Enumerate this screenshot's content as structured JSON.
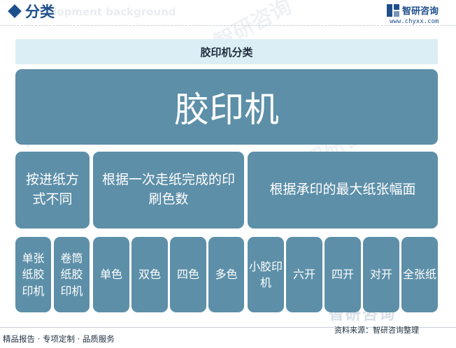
{
  "header": {
    "title": "分类",
    "subtitle": "elopment background",
    "brand_name": "智研咨询",
    "brand_url": "www.chyxx.com"
  },
  "banner": {
    "title": "胶印机分类"
  },
  "tree": {
    "root": "胶印机",
    "categories": [
      {
        "label": "按进纸方式不同",
        "children": [
          "单张纸胶印机",
          "卷筒纸胶印机"
        ]
      },
      {
        "label": "根据一次走纸完成的印刷色数",
        "children": [
          "单色",
          "双色",
          "四色",
          "多色"
        ]
      },
      {
        "label": "根据承印的最大纸张幅面",
        "children": [
          "小胶印机",
          "六开",
          "四开",
          "对开",
          "全张纸"
        ]
      }
    ]
  },
  "footer": {
    "left": "精品报告 · 专项定制 · 品质服务",
    "source": "资料来源：智研咨询整理",
    "brand_watermark": "智研咨询"
  },
  "colors": {
    "box": "#5d8fa8",
    "banner": "#dceef5",
    "brand": "#1e4f8c"
  }
}
